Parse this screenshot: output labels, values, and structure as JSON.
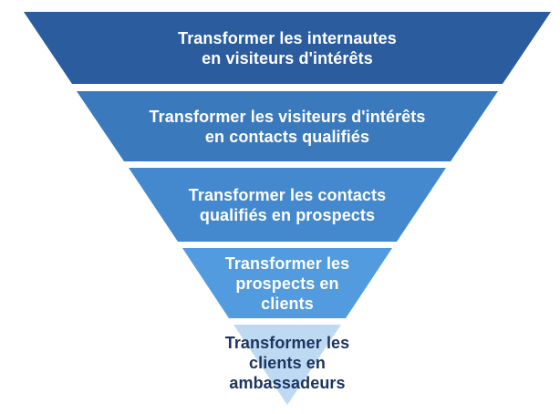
{
  "funnel": {
    "background": "#ffffff",
    "stages": [
      {
        "id": 1,
        "color": "#2a5c9e",
        "text_color": "#ffffff",
        "lines": [
          "Transformer les internautes",
          "en visiteurs d'intérêts"
        ]
      },
      {
        "id": 2,
        "color": "#3b79bd",
        "text_color": "#ffffff",
        "lines": [
          "Transformer les visiteurs d'intérêts",
          "en contacts qualifiés"
        ]
      },
      {
        "id": 3,
        "color": "#4489cd",
        "text_color": "#ffffff",
        "lines": [
          "Transformer les contacts",
          "qualifiés en prospects"
        ]
      },
      {
        "id": 4,
        "color": "#519bde",
        "text_color": "#ffffff",
        "lines": [
          "Transformer les",
          "prospects en",
          "clients"
        ]
      },
      {
        "id": 5,
        "color": "#bedaf2",
        "text_color": "#1d3460",
        "lines": [
          "Transformer les",
          "clients en",
          "ambassadeurs"
        ]
      }
    ]
  }
}
